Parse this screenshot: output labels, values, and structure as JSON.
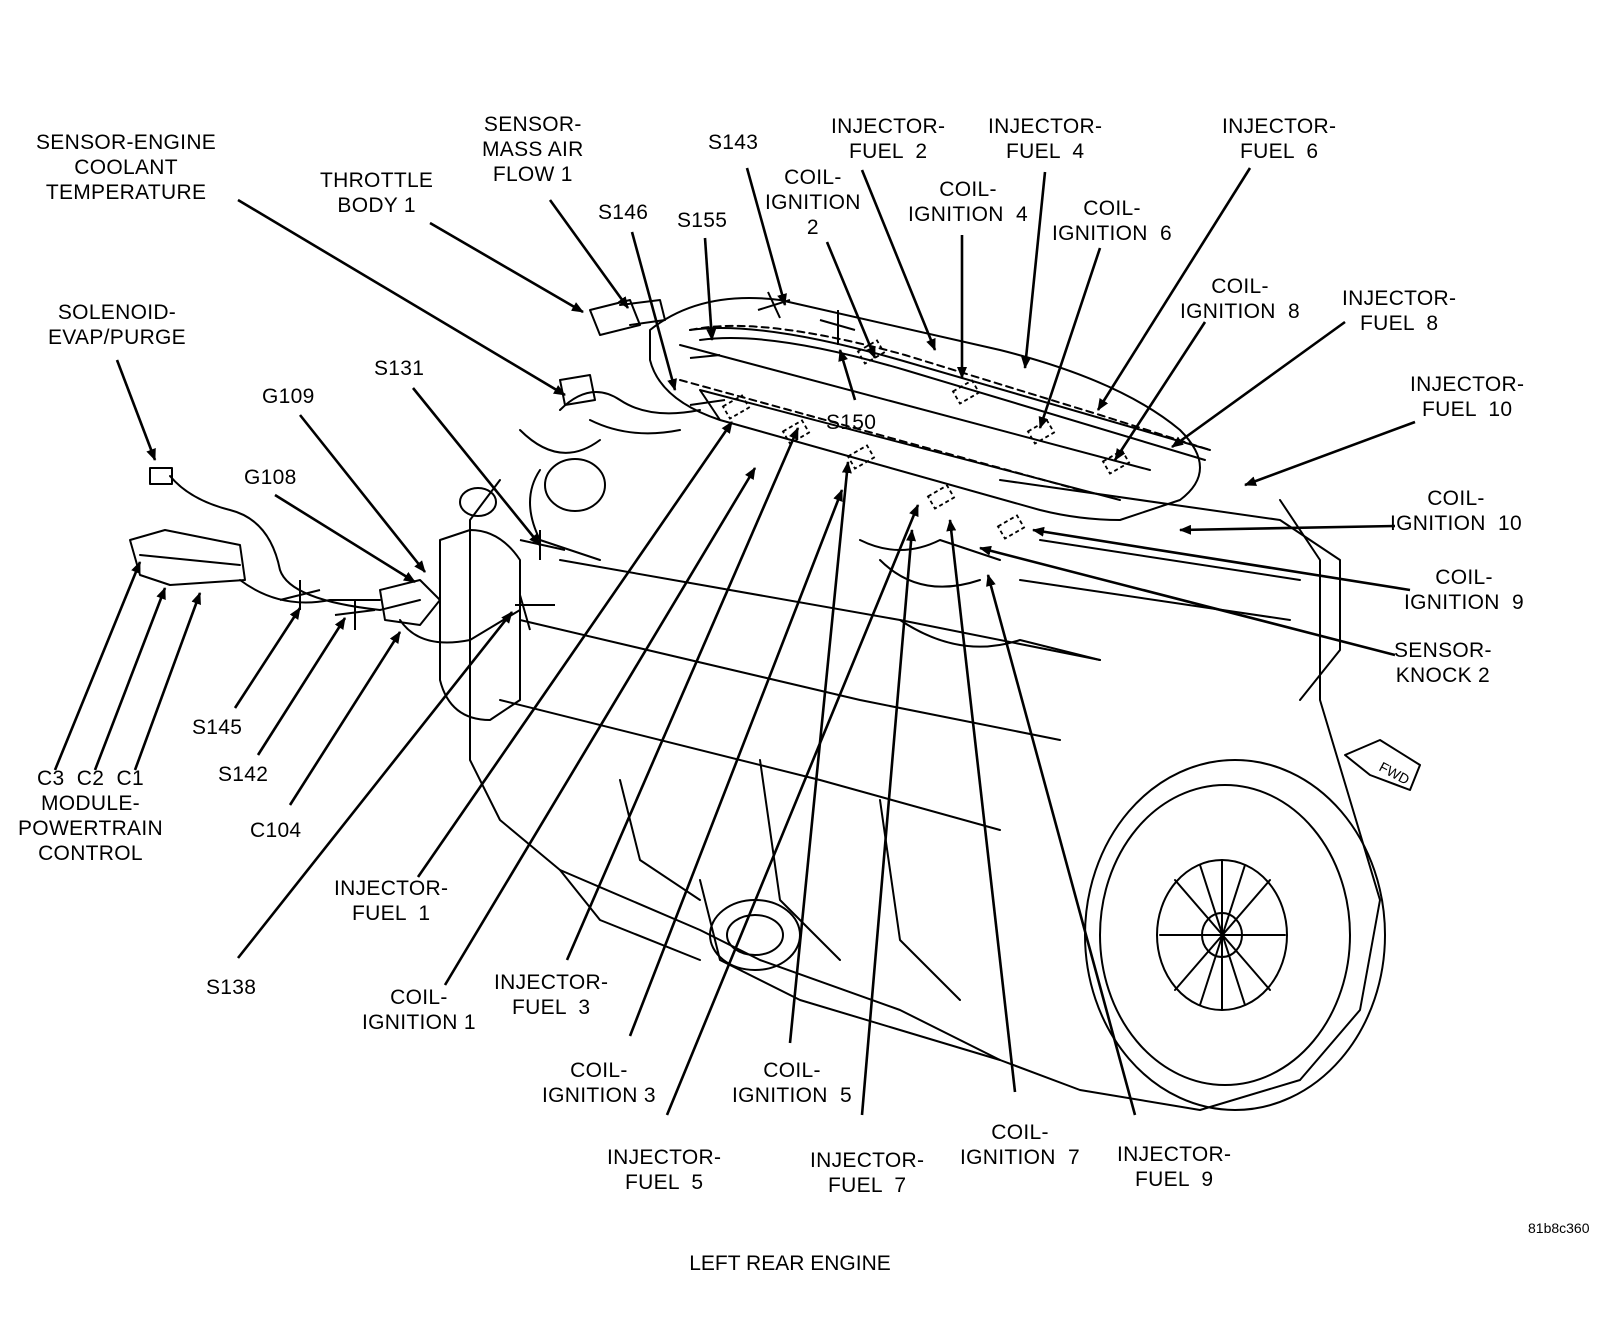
{
  "caption": "LEFT REAR ENGINE",
  "figure_code": "81b8c360",
  "fwd_label": "FWD",
  "labels": {
    "sensor_coolant": "SENSOR-ENGINE\nCOOLANT\nTEMPERATURE",
    "throttle_body": "THROTTLE\nBODY 1",
    "sensor_maf": "SENSOR-\nMASS AIR\nFLOW 1",
    "s143": "S143",
    "s146": "S146",
    "s155": "S155",
    "coil_2": "COIL-\nIGNITION\n2",
    "inj_2": "INJECTOR-\nFUEL  2",
    "coil_4": "COIL-\nIGNITION  4",
    "inj_4": "INJECTOR-\nFUEL  4",
    "coil_6": "COIL-\nIGNITION  6",
    "inj_6": "INJECTOR-\nFUEL  6",
    "coil_8": "COIL-\nIGNITION  8",
    "inj_8": "INJECTOR-\nFUEL  8",
    "inj_10": "INJECTOR-\nFUEL  10",
    "coil_10": "COIL-\nIGNITION  10",
    "coil_9": "COIL-\nIGNITION  9",
    "knock_2": "SENSOR-\nKNOCK 2",
    "solenoid": "SOLENOID-\nEVAP/PURGE",
    "s131": "S131",
    "g109": "G109",
    "g108": "G108",
    "s150": "S150",
    "s145": "S145",
    "s142": "S142",
    "c104": "C104",
    "pcm": "C3  C2  C1\nMODULE-\nPOWERTRAIN\nCONTROL",
    "inj_1": "INJECTOR-\nFUEL  1",
    "s138": "S138",
    "coil_1": "COIL-\nIGNITION 1",
    "inj_3": "INJECTOR-\nFUEL  3",
    "coil_3": "COIL-\nIGNITION 3",
    "coil_5": "COIL-\nIGNITION  5",
    "inj_5": "INJECTOR-\nFUEL  5",
    "inj_7": "INJECTOR-\nFUEL  7",
    "coil_7": "COIL-\nIGNITION  7",
    "inj_9": "INJECTOR-\nFUEL  9"
  }
}
